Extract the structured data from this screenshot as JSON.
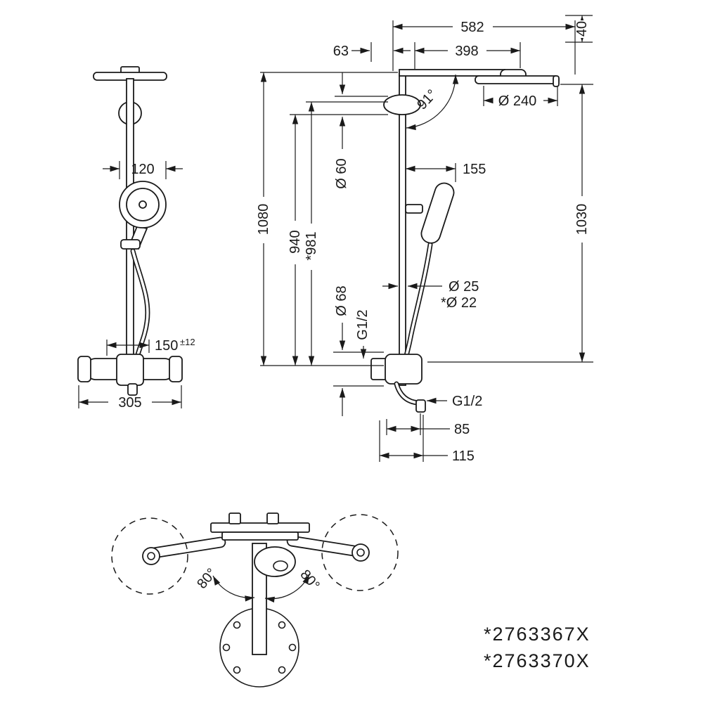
{
  "drawing": {
    "ink": "#1a1a1a",
    "background": "#ffffff"
  },
  "front_view": {
    "dim_handshower_diameter": "120",
    "dim_connection_center": "150",
    "dim_connection_tolerance": "±12",
    "dim_valve_width": "305"
  },
  "side_view": {
    "dim_total_projection": "582",
    "dim_wall_to_pipe": "63",
    "dim_arm_projection": "398",
    "dim_head_drop": "40",
    "dim_head_diameter": "Ø 240",
    "dim_arm_angle": "91°",
    "dim_flange_diameter": "Ø 60",
    "dim_handshower_offset": "155",
    "dim_height_to_arm": "1080",
    "dim_pipe_height": "940",
    "dim_pipe_height_alt": "*981",
    "dim_head_height": "1030",
    "dim_pipe_diameter": "Ø 25",
    "dim_pipe_diameter_alt": "*Ø 22",
    "dim_escutcheon_diameter": "Ø 68",
    "dim_inlet_thread": "G1/2",
    "dim_outlet_thread": "G1/2",
    "dim_outlet_offset": "85",
    "dim_spout_offset": "115"
  },
  "plan_view": {
    "swivel_angle_left": "80°",
    "swivel_angle_right": "80°"
  },
  "part_numbers": {
    "model_1": "*2763367X",
    "model_2": "*2763370X"
  }
}
